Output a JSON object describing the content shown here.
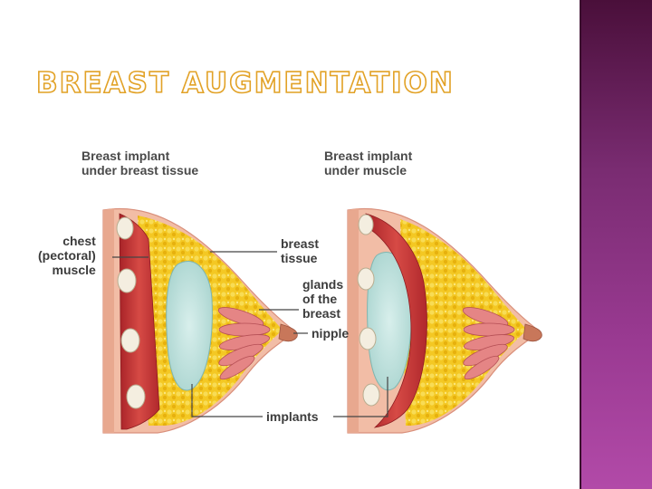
{
  "slide": {
    "title": "Breast Augmentation"
  },
  "diagram": {
    "left_panel_title": "Breast implant\nunder breast tissue",
    "right_panel_title": "Breast implant\nunder muscle",
    "labels": {
      "chest_muscle": "chest\n(pectoral)\nmuscle",
      "breast_tissue": "breast\ntissue",
      "glands": "glands\nof the\nbreast",
      "nipple": "nipple",
      "implants": "implants"
    }
  },
  "colors": {
    "side_band_top": "#4a0f3a",
    "side_band_bottom": "#b24aa8",
    "title_outline": "#e2a227",
    "skin": "#f1b9a2",
    "muscle": "#c7363a",
    "fat": "#f2c21a",
    "implant": "#bfe1dd",
    "glands": "#e07a7a"
  }
}
